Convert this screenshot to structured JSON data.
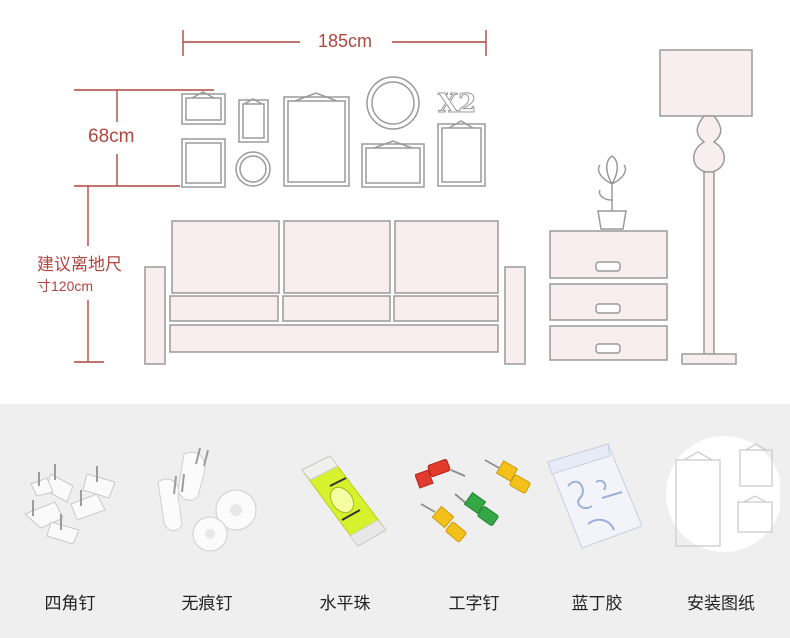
{
  "dimensions": {
    "width_label": "185cm",
    "height_label": "68cm",
    "height_note_line1": "建议离地尺",
    "height_note_line2": "寸120cm",
    "badge": "X2"
  },
  "colors": {
    "outline": "#9a9a9a",
    "fill": "#f8eef0",
    "accent": "#b0463f",
    "panel": "#efefef"
  },
  "items": [
    {
      "label": "四角钉",
      "icon": "four-corner-nail-icon"
    },
    {
      "label": "无痕钉",
      "icon": "traceless-nail-icon"
    },
    {
      "label": "水平珠",
      "icon": "spirit-level-icon"
    },
    {
      "label": "工字钉",
      "icon": "push-pin-icon"
    },
    {
      "label": "蓝丁胶",
      "icon": "blu-tack-icon"
    },
    {
      "label": "安装图纸",
      "icon": "installation-drawing-icon"
    }
  ]
}
